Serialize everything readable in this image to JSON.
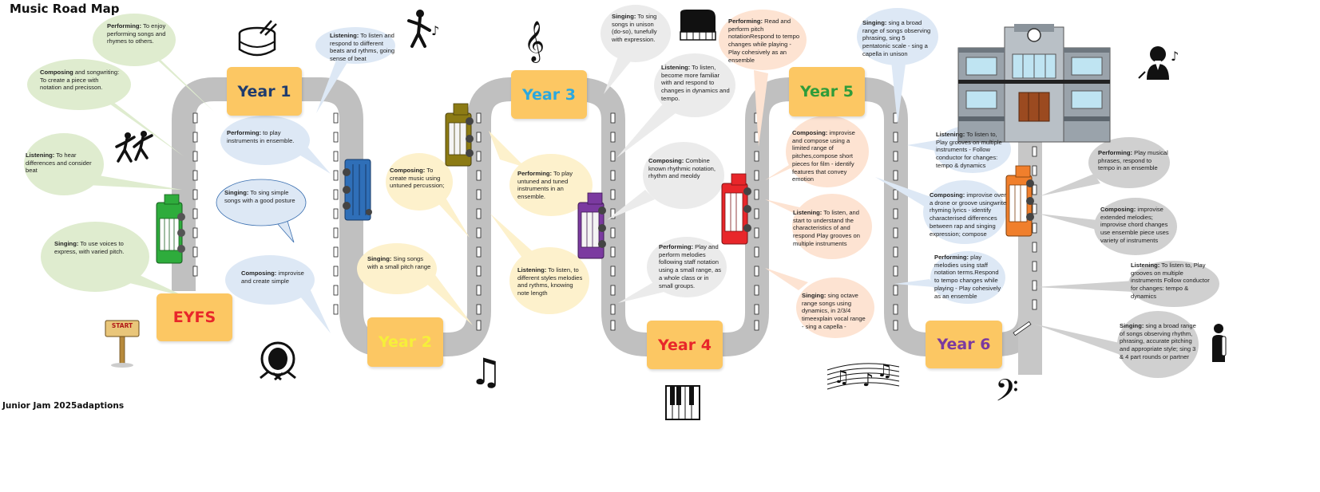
{
  "title": "Music Road Map",
  "footer": "Junior Jam 2025adaptions",
  "years": {
    "eyfs": {
      "label": "EYFS",
      "color": "#e8262a"
    },
    "y1": {
      "label": "Year 1",
      "color": "#1f3c6e"
    },
    "y2": {
      "label": "Year 2",
      "color": "#f6ef3a"
    },
    "y3": {
      "label": "Year 3",
      "color": "#2aa8e0"
    },
    "y4": {
      "label": "Year 4",
      "color": "#e8262a"
    },
    "y5": {
      "label": "Year 5",
      "color": "#2e9c3a"
    },
    "y6": {
      "label": "Year 6",
      "color": "#7b3aa0"
    }
  },
  "start_sign": "START",
  "bubbles": {
    "eyfs_performing": {
      "k": "Performing:",
      "t": " To enjoy performing songs and rhymes to others."
    },
    "eyfs_composing": {
      "k": "Composing",
      "t": " and songwriting: To create a piece with notation and precisson."
    },
    "eyfs_listening": {
      "k": "Listening:",
      "t": " To hear differences and consider beat"
    },
    "eyfs_singing": {
      "k": "Singing:",
      "t": " To use voices to express, with varied pitch."
    },
    "y1_performing": {
      "k": "Performing:",
      "t": " to play instruments in ensemble."
    },
    "y1_singing": {
      "k": "Singing:",
      "t": " To sing simple songs with a good posture"
    },
    "y1_composing": {
      "k": "Composing:",
      "t": " improvise and create simple"
    },
    "y1_listening": {
      "k": "Listening:",
      "t": " To listen and respond to diifferent beats and rythms, going sense of beat"
    },
    "y2_composing": {
      "k": "Composing:",
      "t": " To create music using untuned percussion;"
    },
    "y2_singing": {
      "k": "Singing:",
      "t": " Sing songs with a small pitch range"
    },
    "y3_performing": {
      "k": "Performing:",
      "t": " To play untuned and tuned instruments in an ensemble."
    },
    "y3_listening": {
      "k": "Listening:",
      "t": " To listen, to different styles melodies and rythms, knowing note length"
    },
    "y3_singing": {
      "k": "Singing:",
      "t": " To sing songs in unison (do-so), tunefully with expression."
    },
    "y4_listening": {
      "k": "Listening:",
      "t": " To listen, become more familiar with and respond to changes in dynamics and tempo."
    },
    "y4_composing": {
      "k": "Composing:",
      "t": " Combine known rhythmic notation, rhythm and meoldy"
    },
    "y4_performing": {
      "k": "Performing:",
      "t": " Play and perform melodies following staff notation using a small range, as a whole class or in small groups."
    },
    "y4_perf2": {
      "k": "Performing:",
      "t": " Read and perform pitch notationRespond to tempo changes while playing - Play cohesively as an ensemble"
    },
    "y5_composing": {
      "k": "Composing:",
      "t": " improvise and compose using a limited range of pitches,compose short pieces for film - identify features that convey emotion"
    },
    "y5_listening": {
      "k": "Listening:",
      "t": " To listen, and start to understand the characteristics of and respond Play grooves on multiple instruments"
    },
    "y5_singing": {
      "k": "Singing:",
      "t": " sing octave range songs using dynamics, in 2/3/4 timeexplain vocal range - sing a capella -"
    },
    "y5_singing_top": {
      "k": "Singing:",
      "t": " sing a broad range of songs observing phrasing,  sing 5 pentatonic scale - sing a capella in unison"
    },
    "y6_listening": {
      "k": "Listening:",
      "t": " To listen to,  Play grooves on multiple instruments - Follow conductor for changes: tempo & dynamics"
    },
    "y6_composing": {
      "k": "Composing:",
      "t": " improvise over a drone or groove usingwrite rhyming lyrics - identify characterised differences between rap and singing expression; compose"
    },
    "y6_performing": {
      "k": "Performing:",
      "t": " play melodies using staff notation terms.Respond to tempo changes while playing - Play cohesively as an ensemble"
    },
    "g_performing": {
      "k": "Performing:",
      "t": " Play musical phrases, respond to tempo in an ensemble"
    },
    "g_composing": {
      "k": "Composing:",
      "t": " improvise extended melodies; improvise chord changes use ensemble piece uses variety of instruments"
    },
    "g_listening": {
      "k": "Listening:",
      "t": " To listen to, Play grooves on multiple instruments Follow conductor for changes: tempo & dynamics"
    },
    "g_singing": {
      "k": "Singing:",
      "t": " sing a broad range of songs observing rhythm, phrasing, accurate pitching and appropriate style; sing 3 & 4 part rounds or partner"
    }
  },
  "colors": {
    "road": "#c0c0c0",
    "green_bubble": "#dfeccf",
    "blue_bubble": "#dde8f5",
    "yellow_bubble": "#fdf1cc",
    "gray_bubble": "#ebebeb",
    "peach_bubble": "#fde3d2",
    "dark_gray_bubble": "#d0d0d0"
  },
  "icons": [
    "drum-icon",
    "dancer-icon",
    "treble-clef-icon",
    "piano-icon",
    "dancers-icon",
    "start-sign-icon",
    "bass-drum-icon",
    "music-note-icon",
    "keyboard-icon",
    "sheet-music-icon",
    "bass-clef-icon",
    "school-icon",
    "conductor-icon",
    "singer-icon",
    "bus-icon"
  ]
}
